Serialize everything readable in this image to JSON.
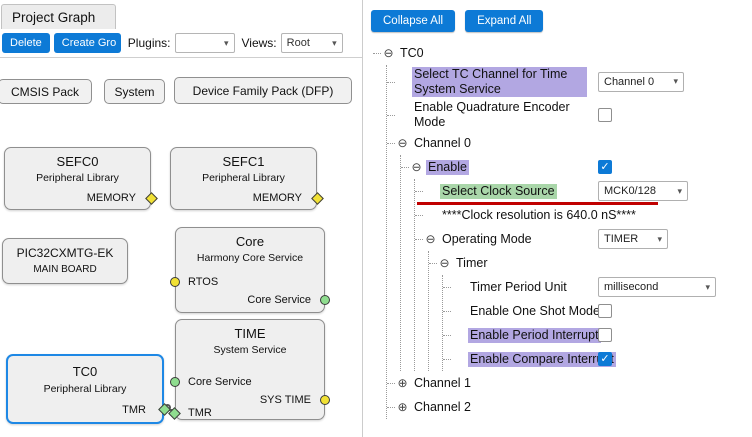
{
  "colors": {
    "accent": "#0d7ad6",
    "select_blue": "#1e88e5",
    "hl_purple": "#b2a7e2",
    "hl_green": "#a9d6a9",
    "red": "#c00000",
    "pin_yellow": "#f1e135",
    "pin_green": "#8fdd8f"
  },
  "icons": {
    "chevron": "▾",
    "check": "✓",
    "expanded": "⊖",
    "collapsed": "⊕"
  },
  "project_graph": {
    "title": "Project Graph",
    "toolbar": {
      "delete": "Delete",
      "create_group": "Create Gro",
      "plugins_label": "Plugins:",
      "plugins_value": "",
      "views_label": "Views:",
      "views_value": "Root"
    },
    "packs": [
      "CMSIS Pack",
      "System",
      "Device Family Pack (DFP)"
    ],
    "nodes": {
      "sefc0": {
        "title": "SEFC0",
        "subtitle": "Peripheral Library",
        "port_memory": "MEMORY"
      },
      "sefc1": {
        "title": "SEFC1",
        "subtitle": "Peripheral Library",
        "port_memory": "MEMORY"
      },
      "board": {
        "title": "PIC32CXMTG-EK",
        "subtitle": "MAIN BOARD"
      },
      "core": {
        "title": "Core",
        "subtitle": "Harmony Core Service",
        "port_rtos": "RTOS",
        "port_core_service": "Core Service"
      },
      "time": {
        "title": "TIME",
        "subtitle": "System Service",
        "port_core_service": "Core Service",
        "port_sys_time": "SYS TIME",
        "port_tmr": "TMR"
      },
      "tc0": {
        "title": "TC0",
        "subtitle": "Peripheral Library",
        "port_tmr": "TMR"
      }
    }
  },
  "config_panel": {
    "collapse_all": "Collapse All",
    "expand_all": "Expand All",
    "tree": {
      "tc0": {
        "label": "TC0"
      },
      "tc_channel": {
        "label": "Select TC Channel for Time System Service",
        "value": "Channel 0"
      },
      "quadrature": {
        "label": "Enable Quadrature Encoder Mode",
        "checked": false
      },
      "channel0": {
        "label": "Channel 0"
      },
      "enable": {
        "label": "Enable",
        "checked": true
      },
      "clock_source": {
        "label": "Select Clock Source",
        "value": "MCK0/128"
      },
      "clock_resolution": {
        "label": "****Clock resolution is 640.0 nS****"
      },
      "operating_mode": {
        "label": "Operating Mode",
        "value": "TIMER"
      },
      "timer": {
        "label": "Timer"
      },
      "period_unit": {
        "label": "Timer Period Unit",
        "value": "millisecond"
      },
      "one_shot": {
        "label": "Enable One Shot Mode",
        "checked": false
      },
      "period_interrupt": {
        "label": "Enable Period Interrupt",
        "checked": false
      },
      "compare_interrupt": {
        "label": "Enable Compare Interrupt",
        "checked": true
      },
      "channel1": {
        "label": "Channel 1"
      },
      "channel2": {
        "label": "Channel 2"
      }
    }
  }
}
